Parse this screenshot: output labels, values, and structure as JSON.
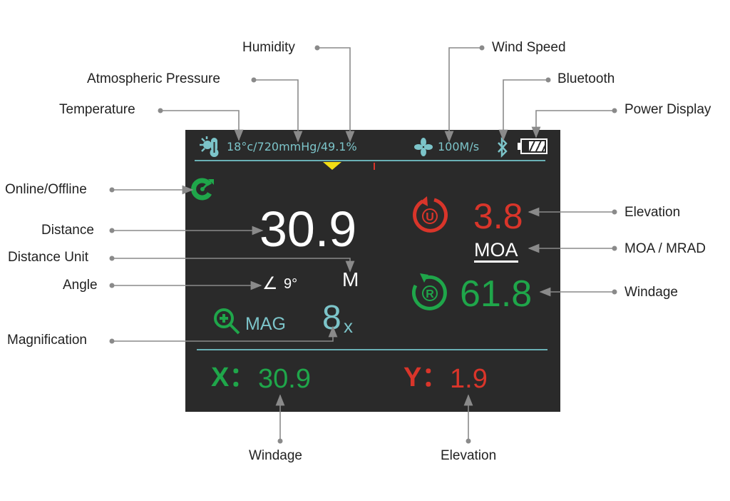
{
  "colors": {
    "screen": "#2a2a2a",
    "teal": "#7cc4c9",
    "green": "#1fa64a",
    "red": "#d9352a",
    "yellow": "#f2dd14",
    "leader": "#8a8a8a"
  },
  "callouts": {
    "humidity": "Humidity",
    "pressure": "Atmospheric Pressure",
    "temperature": "Temperature",
    "wind_speed": "Wind Speed",
    "bluetooth": "Bluetooth",
    "power": "Power Display",
    "online": "Online/Offline",
    "distance": "Distance",
    "distance_unit": "Distance Unit",
    "angle": "Angle",
    "magnification": "Magnification",
    "elevation_right": "Elevation",
    "moa_mrad": "MOA / MRAD",
    "windage_right": "Windage",
    "windage_bottom": "Windage",
    "elevation_bottom": "Elevation"
  },
  "display": {
    "env_readout": "18°c/720mmHg/49.1%",
    "wind_readout": "100M/s",
    "distance": "30.9",
    "distance_unit": "M",
    "angle_symbol": "∠",
    "angle": "9°",
    "mag_label": "MAG",
    "mag_value": "8",
    "mag_suffix": "x",
    "elevation_icon_letter": "U",
    "elevation": "3.8",
    "unit": "MOA",
    "windage_icon_letter": "R",
    "windage": "61.8",
    "x_label": "X：",
    "x_value": "30.9",
    "y_label": "Y：",
    "y_value": "1.9",
    "battery_level": 0.75
  },
  "icons": [
    "thermometer-sun-icon",
    "fan-icon",
    "bluetooth-icon",
    "battery-icon",
    "online-icon",
    "magnify-plus-icon",
    "rotate-up-icon",
    "rotate-right-icon"
  ]
}
